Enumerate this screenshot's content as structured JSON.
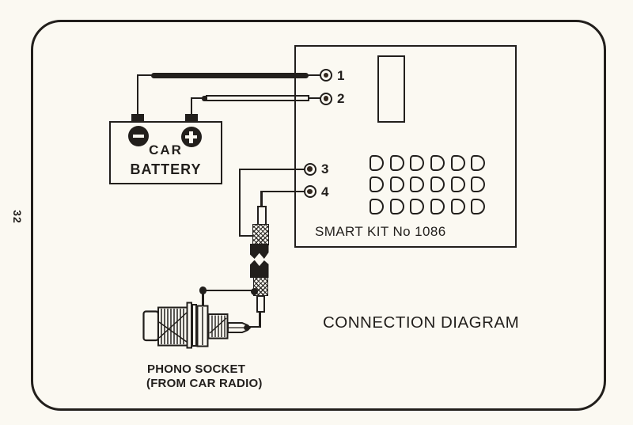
{
  "page": {
    "number": "32",
    "paper_color": "#fbf9f2",
    "ink_color": "#221f1c"
  },
  "battery": {
    "name_line1": "CAR",
    "name_line2": "BATTERY",
    "terminal_icons": [
      "minus-circle",
      "plus-circle"
    ]
  },
  "board": {
    "label": "SMART KIT No 1086",
    "terminals": [
      {
        "label": "1"
      },
      {
        "label": "2"
      },
      {
        "label": "3"
      },
      {
        "label": "4"
      }
    ],
    "grid": {
      "rows": 3,
      "cols": 6
    }
  },
  "labels": {
    "connection_title": "CONNECTION DIAGRAM",
    "phono_line1": "PHONO SOCKET",
    "phono_line2": "(FROM CAR RADIO)"
  }
}
